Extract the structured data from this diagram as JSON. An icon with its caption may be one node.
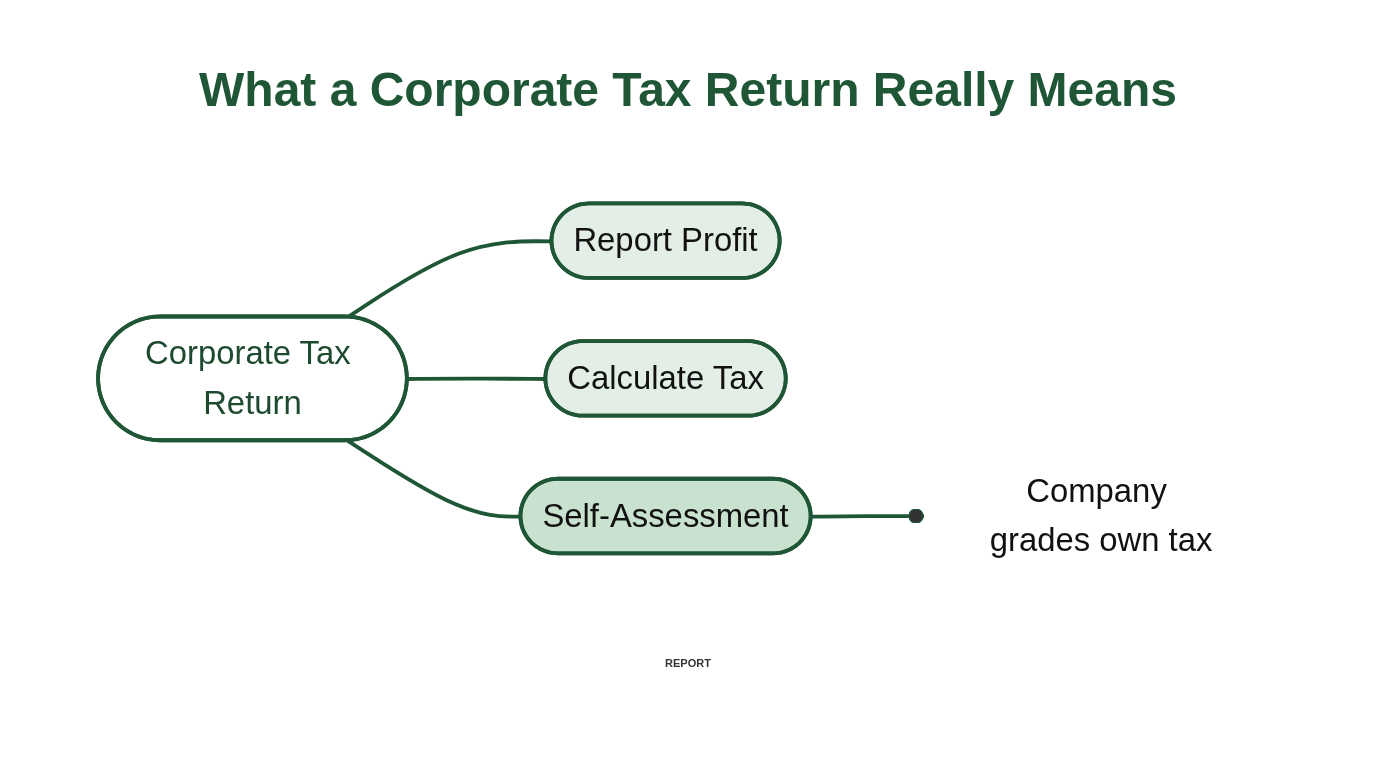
{
  "diagram": {
    "title": "What a Corporate Tax Return Really Means",
    "nodes": [
      {
        "text": [
          "Corporate Tax Return"
        ]
      },
      {
        "text": [
          "Report Profit"
        ]
      },
      {
        "text": [
          "Calculate Tax"
        ]
      },
      {
        "text": [
          "Self-Assessment"
        ]
      },
      {
        "text": [
          "Company grades own tax"
        ]
      }
    ],
    "edges": [
      {
        "from": 0,
        "to": 1,
        "arrow": "none"
      },
      {
        "from": 0,
        "to": 2,
        "arrow": "none"
      },
      {
        "from": 0,
        "to": 3,
        "arrow": "none"
      },
      {
        "from": 3,
        "to": 4,
        "arrow": "other"
      }
    ],
    "labels": [
      "REPORT"
    ]
  }
}
